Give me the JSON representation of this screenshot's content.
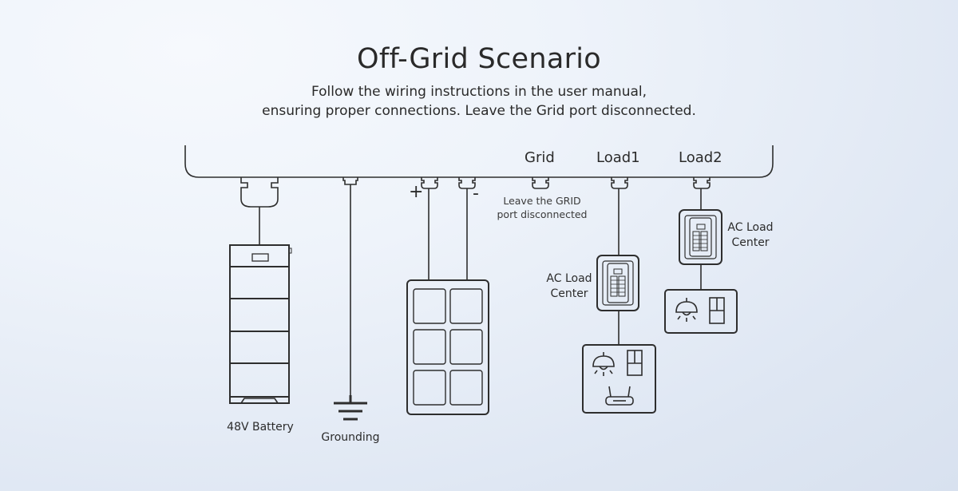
{
  "header": {
    "title": "Off-Grid Scenario",
    "subtitle_line1": "Follow the wiring instructions in the user manual,",
    "subtitle_line2": "ensuring proper connections. Leave the Grid port disconnected."
  },
  "ports": {
    "grid": "Grid",
    "load1": "Load1",
    "load2": "Load2",
    "pv_positive": "+",
    "pv_negative": "-"
  },
  "notes": {
    "grid_line1": "Leave the GRID",
    "grid_line2": "port disconnected"
  },
  "components": {
    "battery": "48V Battery",
    "grounding": "Grounding",
    "load_center_1_line1": "AC Load",
    "load_center_1_line2": "Center",
    "load_center_2_line1": "AC Load",
    "load_center_2_line2": "Center"
  },
  "colors": {
    "stroke": "#2e2e2e",
    "background_light": "#f6f9fd",
    "background_dark": "#d8e1ef"
  }
}
